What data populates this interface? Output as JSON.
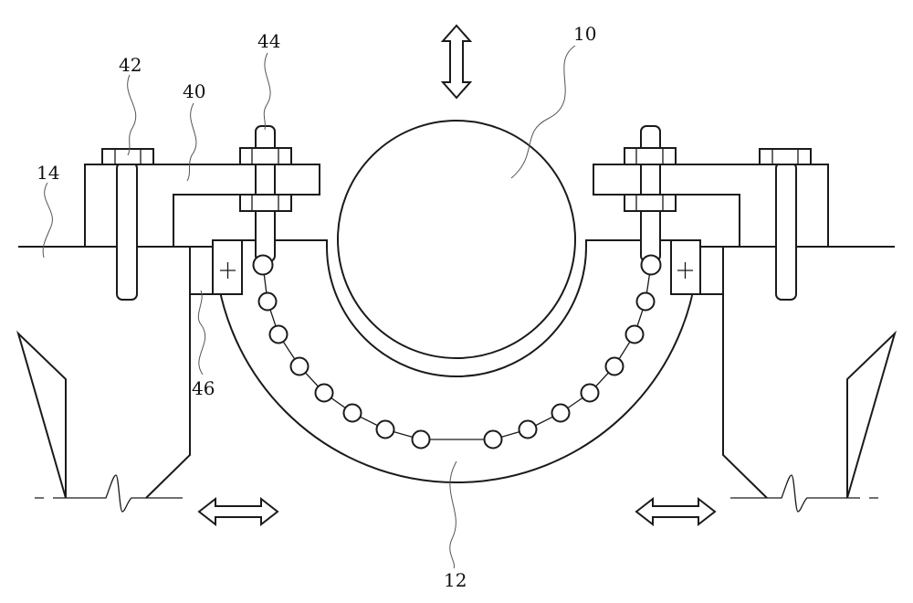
{
  "labels": {
    "pipe": "10",
    "saddle": "12",
    "base": "14",
    "arm": "40",
    "bolt": "42",
    "pin": "44",
    "block": "46"
  },
  "colors": {
    "stroke": "#1a1a1a",
    "background": "#ffffff"
  },
  "arrows": [
    "vertical-double-arrow-icon",
    "horizontal-double-arrow-icon",
    "horizontal-double-arrow-icon"
  ]
}
